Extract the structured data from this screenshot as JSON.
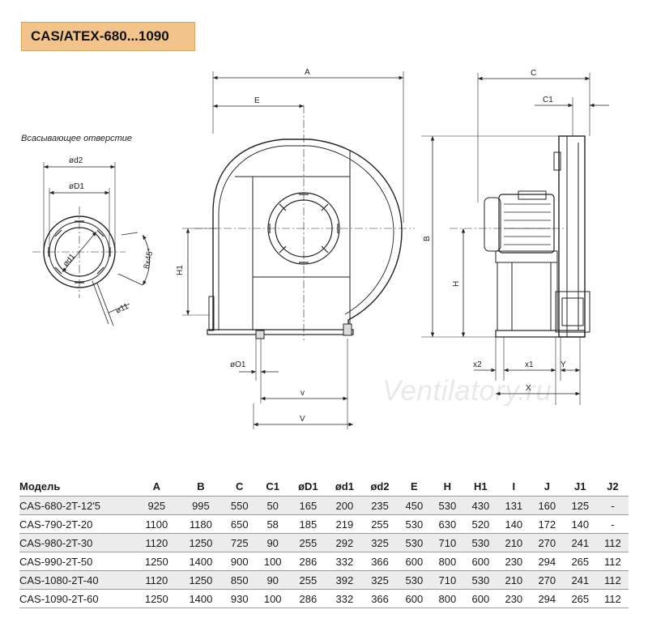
{
  "title": "CAS/ATEX-680...1090",
  "inlet_caption": "Всасывающее отверстие",
  "watermark": "Ventilatory.ru",
  "dimension_labels": {
    "d2": "ød2",
    "D1": "øD1",
    "d1": "ød1",
    "bolts": "8x45°",
    "hole": "ø11",
    "A": "A",
    "E": "E",
    "H1": "H1",
    "O1": "øO1",
    "v_small": "v",
    "V_big": "V",
    "C": "C",
    "C1": "C1",
    "B": "B",
    "H": "H",
    "x2": "x2",
    "x1": "x1",
    "Y": "Y",
    "X": "X"
  },
  "table": {
    "headers": [
      "Модель",
      "A",
      "B",
      "C",
      "C1",
      "øD1",
      "ød1",
      "ød2",
      "E",
      "H",
      "H1",
      "I",
      "J",
      "J1",
      "J2"
    ],
    "rows": [
      [
        "CAS-680-2T-12'5",
        "925",
        "995",
        "550",
        "50",
        "165",
        "200",
        "235",
        "450",
        "530",
        "430",
        "131",
        "160",
        "125",
        "-"
      ],
      [
        "CAS-790-2T-20",
        "1100",
        "1180",
        "650",
        "58",
        "185",
        "219",
        "255",
        "530",
        "630",
        "520",
        "140",
        "172",
        "140",
        "-"
      ],
      [
        "CAS-980-2T-30",
        "1120",
        "1250",
        "725",
        "90",
        "255",
        "292",
        "325",
        "530",
        "710",
        "530",
        "210",
        "270",
        "241",
        "112"
      ],
      [
        "CAS-990-2T-50",
        "1250",
        "1400",
        "900",
        "100",
        "286",
        "332",
        "366",
        "600",
        "800",
        "600",
        "230",
        "294",
        "265",
        "112"
      ],
      [
        "CAS-1080-2T-40",
        "1120",
        "1250",
        "850",
        "90",
        "255",
        "392",
        "325",
        "530",
        "710",
        "530",
        "210",
        "270",
        "241",
        "112"
      ],
      [
        "CAS-1090-2T-60",
        "1250",
        "1400",
        "930",
        "100",
        "286",
        "332",
        "366",
        "600",
        "800",
        "600",
        "230",
        "294",
        "265",
        "112"
      ]
    ]
  }
}
